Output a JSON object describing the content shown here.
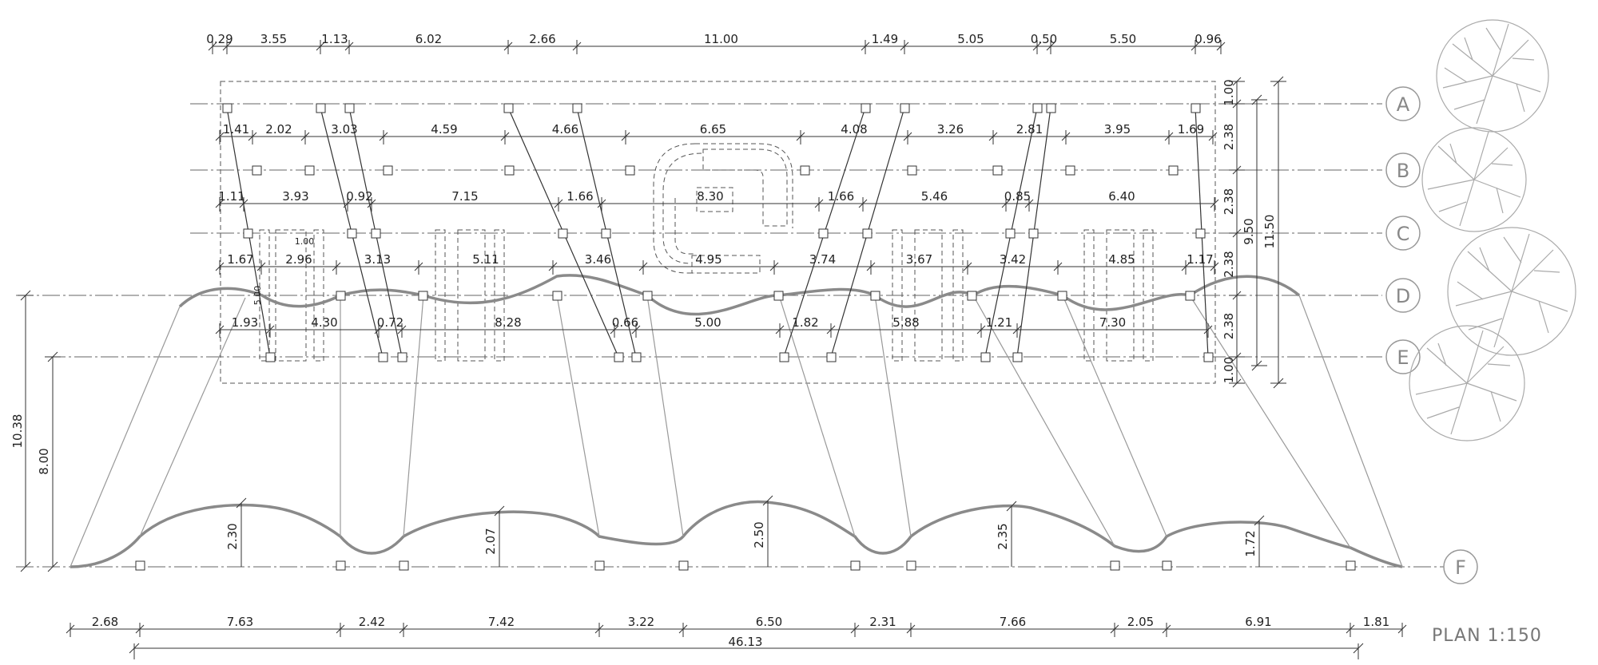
{
  "title": "PLAN  1:150",
  "grid_axes": [
    "A",
    "B",
    "C",
    "D",
    "E",
    "F"
  ],
  "dims": {
    "row_a_top": [
      "0.29",
      "3.55",
      "1.13",
      "6.02",
      "2.66",
      "11.00",
      "1.49",
      "5.05",
      "0.50",
      "5.50",
      "0.96"
    ],
    "row_ab": [
      "1.41",
      "2.02",
      "3.03",
      "4.59",
      "4.66",
      "6.65",
      "4.08",
      "3.26",
      "2.81",
      "3.95",
      "1.69"
    ],
    "row_bc": [
      "1.11",
      "3.93",
      "0.92",
      "7.15",
      "1.66",
      "8.30",
      "1.66",
      "5.46",
      "0.85",
      "6.40"
    ],
    "row_cd": [
      "1.67",
      "2.96",
      "3.13",
      "5.11",
      "3.46",
      "4.95",
      "3.74",
      "3.67",
      "3.42",
      "4.85",
      "1.17"
    ],
    "row_de": [
      "1.93",
      "4.30",
      "0.72",
      "8.28",
      "0.66",
      "5.00",
      "1.82",
      "5.88",
      "1.21",
      "7.30"
    ],
    "small_c": "1.00",
    "small_d": "5.00",
    "bottom": [
      "2.68",
      "7.63",
      "2.42",
      "7.42",
      "3.22",
      "6.50",
      "2.31",
      "7.66",
      "2.05",
      "6.91",
      "1.81"
    ],
    "bottom_total": "46.13",
    "arch_heights": [
      "2.30",
      "2.07",
      "2.50",
      "2.35",
      "1.72"
    ],
    "right_spans": [
      "1.00",
      "2.38",
      "2.38",
      "2.38",
      "2.38",
      "1.00"
    ],
    "right_total_inner": "9.50",
    "right_total_outer": "11.50",
    "left_outer": "10.38",
    "left_inner": "8.00"
  }
}
